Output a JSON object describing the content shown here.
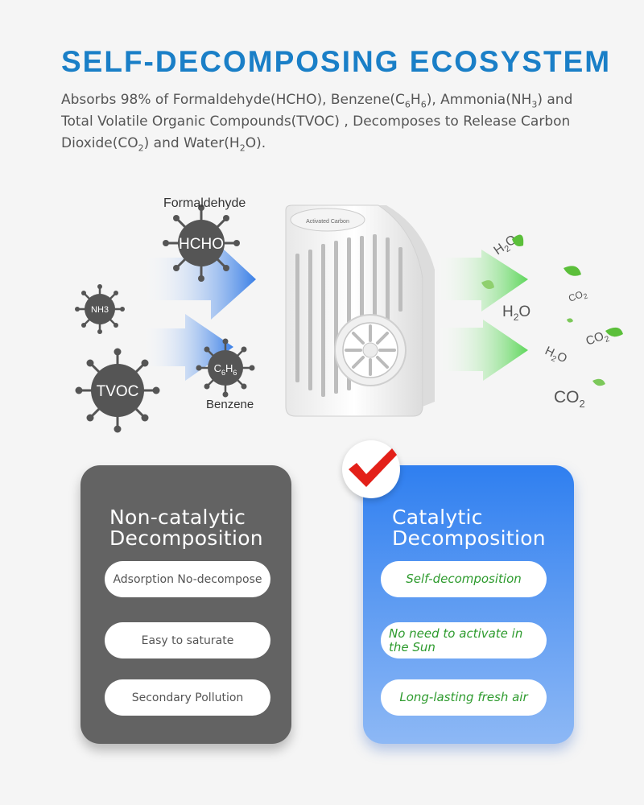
{
  "header": {
    "title": "SELF-DECOMPOSING ECOSYSTEM",
    "desc_line1_a": "Absorbs 98% of Formaldehyde(HCHO), Benzene(C",
    "desc_line1_sub1": "6",
    "desc_line1_b": "H",
    "desc_line1_sub2": "6",
    "desc_line1_c": "), Ammonia(NH",
    "desc_line1_sub3": "3",
    "desc_line1_d": ") and",
    "desc_line2": "Total Volatile Organic Compounds(TVOC) , Decomposes to Release Carbon",
    "desc_line3_a": "Dioxide(CO",
    "desc_line3_sub1": "2",
    "desc_line3_b": ") and Water(H",
    "desc_line3_sub2": "2",
    "desc_line3_c": "O)."
  },
  "illustration": {
    "formaldehyde_label": "Formaldehyde",
    "hcho": "HCHO",
    "nh3": "NH3",
    "tvoc": "TVOC",
    "benzene_label": "Benzene",
    "c6h6_c": "C",
    "c6h6_6a": "6",
    "c6h6_h": "H",
    "c6h6_6b": "6",
    "product_brand": "Activated Carbon",
    "h2o_h": "H",
    "h2o_2": "2",
    "h2o_o": "O",
    "co2_co": "CO",
    "co2_2": "2",
    "colors": {
      "molecule": "#555555",
      "arrow_blue": "#3a7fe6",
      "arrow_green": "#6ddc6a"
    }
  },
  "left_card": {
    "heading_line1": "Non-catalytic",
    "heading_line2": "Decomposition",
    "items": [
      "Adsorption No-decompose",
      "Easy to saturate",
      "Secondary Pollution"
    ]
  },
  "right_card": {
    "heading_line1": "Catalytic",
    "heading_line2": "Decomposition",
    "items": [
      "Self-decomposition",
      "No need to activate in the Sun",
      "Long-lasting fresh air"
    ]
  }
}
